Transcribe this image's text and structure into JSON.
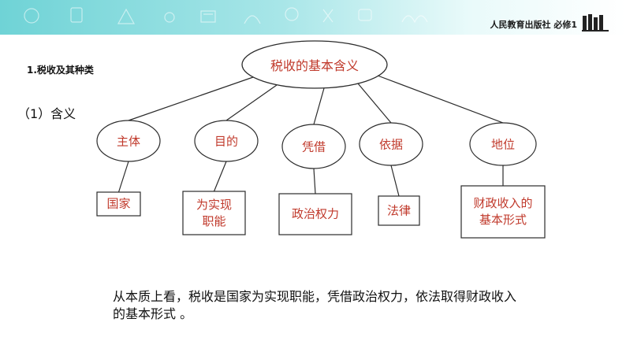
{
  "header": {
    "publisher": "人民教育出版社 必修1",
    "icon": "books-icon",
    "accent": "#6fd3d6"
  },
  "section_title": "1.税收及其种类",
  "sub_title": "（1）含义",
  "diagram": {
    "root": "税收的基本含义",
    "line_color": "#2b2b2b",
    "text_color": "#c0392b",
    "branches": [
      {
        "aspect": "主体",
        "content": "国家"
      },
      {
        "aspect": "目的",
        "content": "为实现\n职能"
      },
      {
        "aspect": "凭借",
        "content": "政治权力"
      },
      {
        "aspect": "依据",
        "content": "法律"
      },
      {
        "aspect": "地位",
        "content": "财政收入的\n基本形式"
      }
    ]
  },
  "summary": "从本质上看，税收是国家为实现职能，凭借政治权力，依法取得财政收入的基本形式 。"
}
